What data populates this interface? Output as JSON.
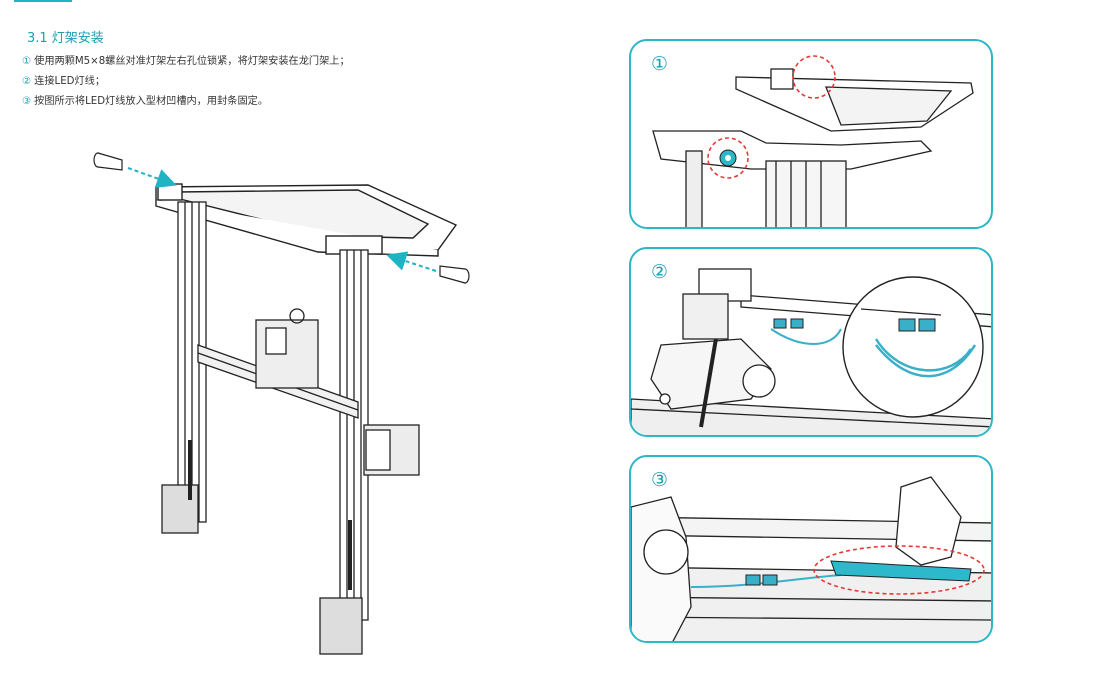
{
  "section": {
    "title": "3.1 灯架安装"
  },
  "steps": [
    {
      "num": "①",
      "text": "使用两颗M5×8螺丝对准灯架左右孔位锁紧，将灯架安装在龙门架上；"
    },
    {
      "num": "②",
      "text": "连接LED灯线；"
    },
    {
      "num": "③",
      "text": "按图所示将LED灯线放入型材凹槽内，用封条固定。"
    }
  ],
  "panels": [
    {
      "label": "①"
    },
    {
      "label": "②"
    },
    {
      "label": "③"
    }
  ],
  "colors": {
    "accent": "#1fb4c3",
    "highlight": "#e53935",
    "cable": "#3ab0c8",
    "strip": "#2eb8cc"
  }
}
